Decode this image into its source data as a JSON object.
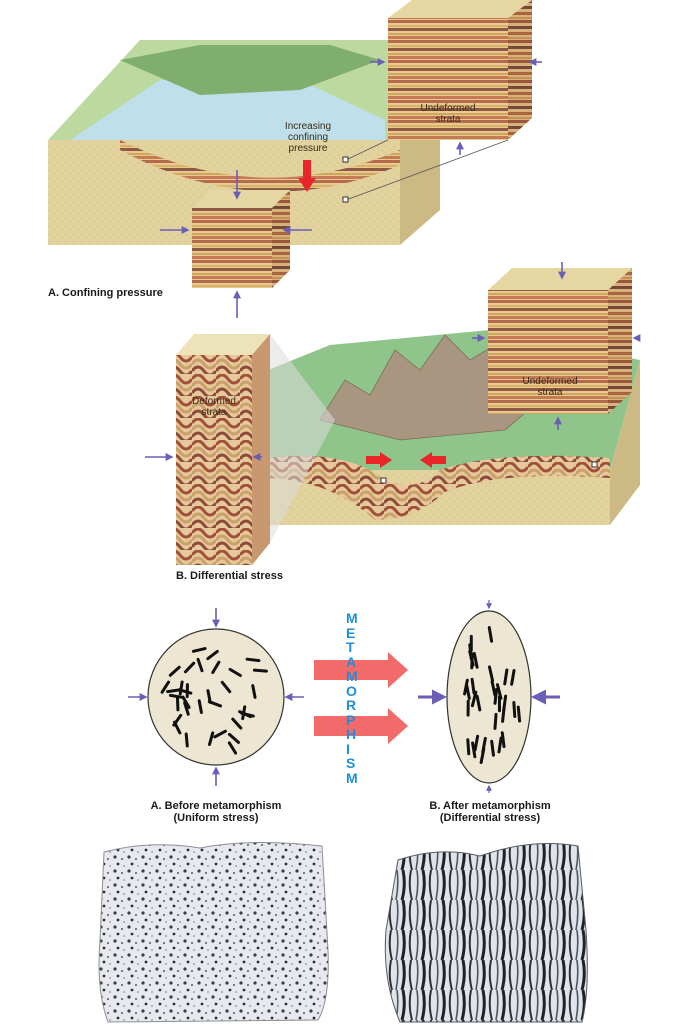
{
  "panel_a": {
    "caption": "A. Confining pressure",
    "pressure_label": "Increasing\nconfining\npressure",
    "box_label": "Undeformed\nstrata"
  },
  "panel_b": {
    "caption": "B. Differential stress",
    "deformed_label": "Deformed\nstrata",
    "undeformed_label": "Undeformed\nstrata"
  },
  "metamorphism": {
    "word": "METAMORPHISM",
    "before_caption": "A. Before metamorphism\n(Uniform stress)",
    "after_caption": "B. After metamorphism\n(Differential stress)"
  },
  "colors": {
    "arrow_purple": "#6a5fb5",
    "arrow_red": "#e8262a",
    "arrow_pink": "#f26a6a",
    "meta_blue": "#1e8fd8",
    "sand": "#e2d39e",
    "water": "#bfe0ea",
    "grain_circle": "#ece6d2"
  },
  "icons": {
    "stress_arrow": "arrow-icon",
    "rock_before": "granite-sample",
    "rock_after": "gneiss-sample"
  }
}
